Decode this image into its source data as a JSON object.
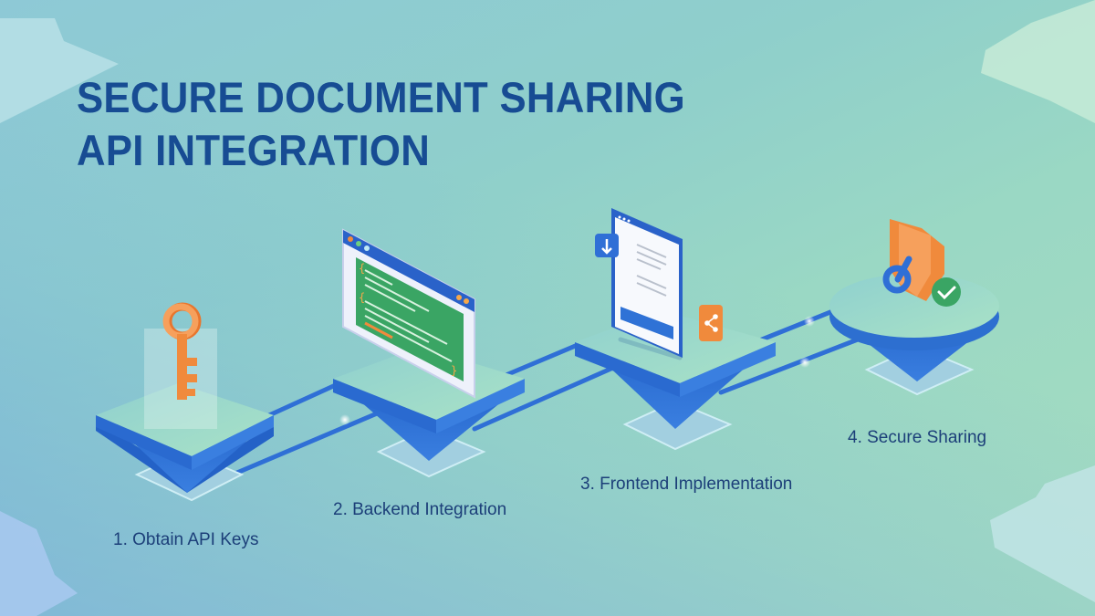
{
  "title": {
    "line1": "SECURE DOCUMENT SHARING",
    "line2": "API INTEGRATION"
  },
  "steps": [
    {
      "label": "1. Obtain API Keys",
      "icon": "key-icon"
    },
    {
      "label": "2. Backend Integration",
      "icon": "code-window-icon"
    },
    {
      "label": "3. Frontend Implementation",
      "icon": "document-ui-icon"
    },
    {
      "label": "4. Secure Sharing",
      "icon": "shield-lock-check-icon"
    }
  ],
  "colors": {
    "title": "#174c93",
    "platform_top": "#a4dcc6",
    "platform_side": "#2d6fd0",
    "accent_orange": "#f28a3b",
    "accent_green": "#3aa564",
    "connector": "#2f6fd6"
  }
}
